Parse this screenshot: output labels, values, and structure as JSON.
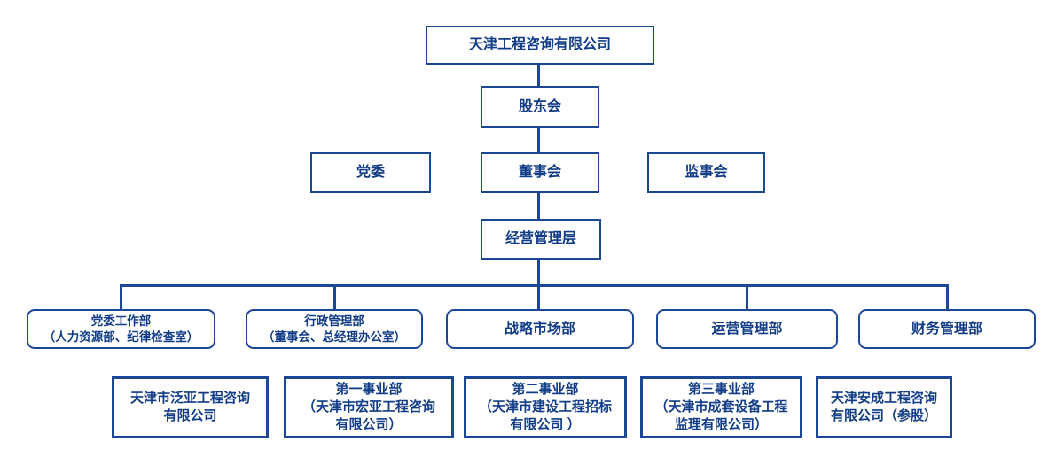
{
  "colors": {
    "border": "#1C4795",
    "text": "#123C87",
    "line": "#1C4795",
    "background": "#FFFFFF"
  },
  "org": {
    "root": {
      "label": "天津工程咨询有限公司"
    },
    "shareholders": {
      "label": "股东会"
    },
    "party": {
      "label": "党委"
    },
    "board": {
      "label": "董事会"
    },
    "supervisory": {
      "label": "监事会"
    },
    "management": {
      "label": "经营管理层"
    },
    "departments": {
      "party_work": {
        "line1": "党委工作部",
        "line2": "（人力资源部、纪律检查室）"
      },
      "admin": {
        "line1": "行政管理部",
        "line2": "（董事会、总经理办公室）"
      },
      "strategy": {
        "label": "战略市场部"
      },
      "operations": {
        "label": "运营管理部"
      },
      "finance": {
        "label": "财务管理部"
      }
    },
    "subsidiaries": {
      "fanya": {
        "line1": "天津市泛亚工程咨询",
        "line2": "有限公司"
      },
      "division1": {
        "line1": "第一事业部",
        "line2": "（天津市宏亚工程咨询",
        "line3": "有限公司）"
      },
      "division2": {
        "line1": "第二事业部",
        "line2": "（天津市建设工程招标",
        "line3": "有限公司 ）"
      },
      "division3": {
        "line1": "第三事业部",
        "line2": "（天津市成套设备工程",
        "line3": "监理有限公司）"
      },
      "ancheng": {
        "line1": "天津安成工程咨询",
        "line2": "有限公司（参股）"
      }
    }
  }
}
